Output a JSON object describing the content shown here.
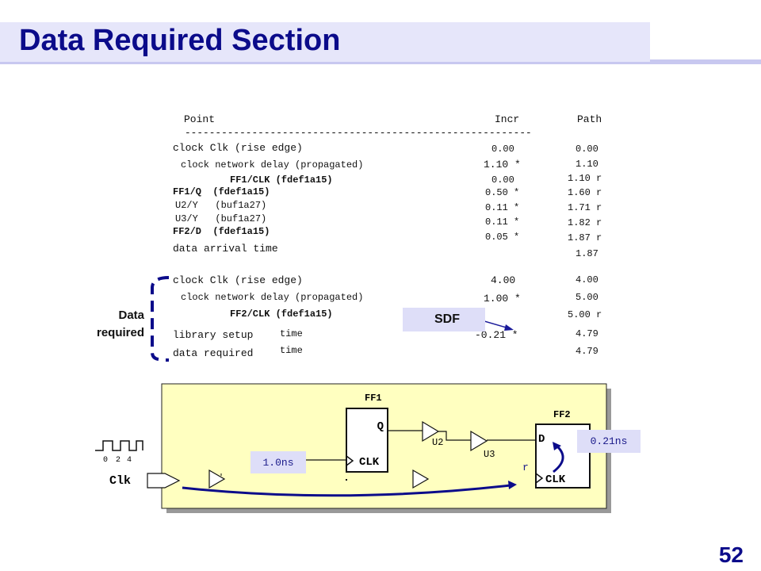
{
  "title": "Data Required Section",
  "page_number": "52",
  "report": {
    "headers": {
      "point": "Point",
      "incr": "Incr",
      "path": "Path"
    },
    "divider": "---------------------------------------------------------",
    "arrival": [
      {
        "point": "clock Clk (rise edge)",
        "incr": "0.00",
        "path": "0.00"
      },
      {
        "point": "clock network delay (propagated)",
        "incr": "1.10 *",
        "path": "1.10"
      },
      {
        "point": "FF1/CLK (fdef1a15)",
        "incr": "0.00",
        "path": "1.10 r"
      },
      {
        "point": "FF1/Q  (fdef1a15)",
        "incr": "0.50 *",
        "path": "1.60 r"
      },
      {
        "point": "U2/Y   (buf1a27)",
        "incr": "0.11 *",
        "path": "1.71 r"
      },
      {
        "point": "U3/Y   (buf1a27)",
        "incr": "0.11 *",
        "path": "1.82 r"
      },
      {
        "point": "FF2/D  (fdef1a15)",
        "incr": "0.05 *",
        "path": "1.87 r"
      },
      {
        "point": "data arrival time",
        "incr": "",
        "path": "1.87"
      }
    ],
    "required": [
      {
        "point": "clock Clk (rise edge)",
        "incr": "4.00",
        "path": "4.00"
      },
      {
        "point": "clock network delay (propagated)",
        "incr": "1.00 *",
        "path": "5.00"
      },
      {
        "point": "FF2/CLK (fdef1a15)",
        "incr": "",
        "path": "5.00 r"
      },
      {
        "point": "library setup",
        "suffix": "time",
        "incr": "-0.21 *",
        "path": "4.79"
      },
      {
        "point": "data required",
        "suffix": "time",
        "incr": "",
        "path": "4.79"
      }
    ]
  },
  "annotations": {
    "data_required_line1": "Data",
    "data_required_line2": "required",
    "sdf": "SDF"
  },
  "diagram": {
    "ff1": "FF1",
    "ff2": "FF2",
    "q": "Q",
    "d": "D",
    "clk_pin": "CLK",
    "u2": "U2",
    "u3": "U3",
    "clk_port": "Clk",
    "waveform_ticks": [
      "0",
      "2",
      "4"
    ],
    "delay_clk": "1.0ns",
    "delay_setup": "0.21ns",
    "rise": "r"
  }
}
